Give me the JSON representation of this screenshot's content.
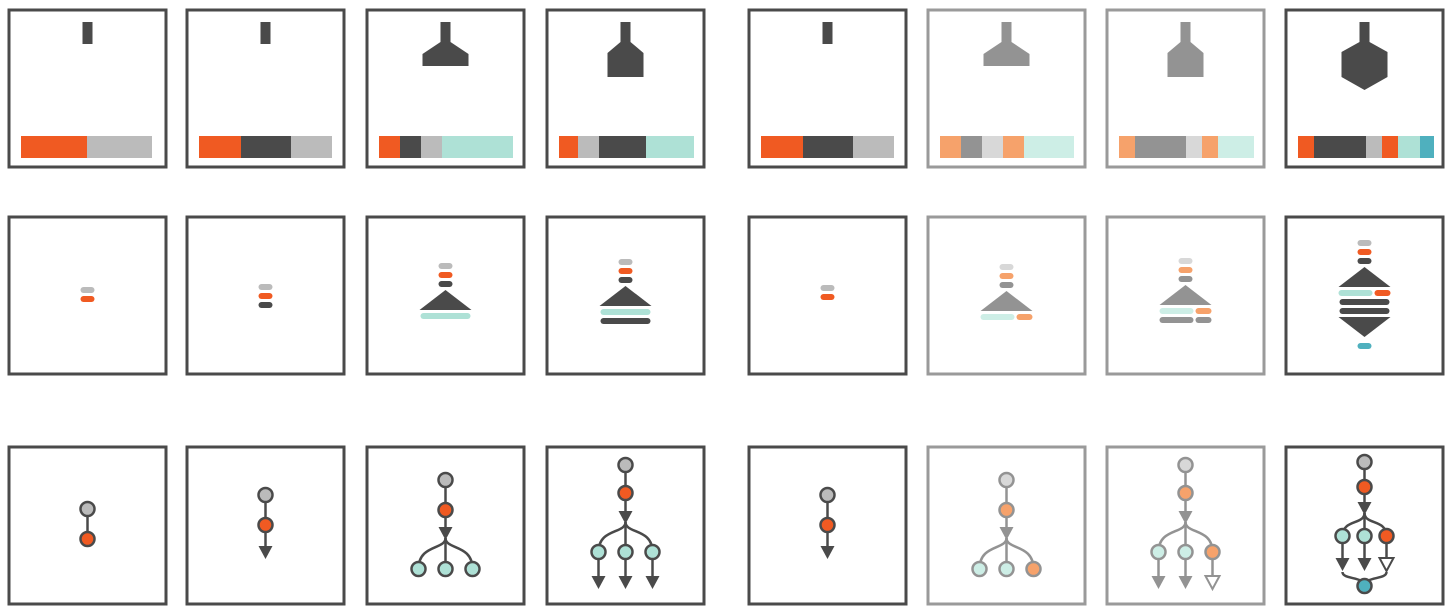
{
  "colors": {
    "orange": "#f05a22",
    "dark": "#4a4a4a",
    "gray": "#bbbbbb",
    "mint": "#aee1d6",
    "teal": "#4fb0be",
    "frame_dark": "#4a4a4a",
    "frame_faded": "#9a9a9a",
    "faded_orange": "#f6a26b",
    "faded_dark": "#939393",
    "faded_gray": "#d8d8d8",
    "faded_mint": "#cdeee6"
  },
  "panels": [
    {
      "id": 1,
      "faded": false,
      "top_glyph": "stick",
      "bar_segments": [
        "orange",
        "orange",
        "gray",
        "gray"
      ],
      "stack": [
        "gray",
        "orange"
      ],
      "tree": "two-node"
    },
    {
      "id": 2,
      "faded": false,
      "top_glyph": "stick",
      "bar_segments": [
        "orange",
        "dark",
        "dark",
        "gray"
      ],
      "stack": [
        "gray",
        "orange",
        "dark"
      ],
      "tree": "two-node-arrow"
    },
    {
      "id": 3,
      "faded": false,
      "top_glyph": "funnel",
      "bar_segments": [
        "orange",
        "dark",
        "gray",
        "mint",
        "mint",
        "mint"
      ],
      "stack": [
        "gray",
        "orange",
        "dark",
        "triangle-up",
        "mint"
      ],
      "tree": "fan-three"
    },
    {
      "id": 4,
      "faded": false,
      "top_glyph": "funnel-wide",
      "bar_segments": [
        "orange",
        "gray",
        "dark",
        "dark",
        "mint"
      ],
      "stack": [
        "gray",
        "orange",
        "dark",
        "triangle-up",
        "mint",
        "dark"
      ],
      "tree": "fan-three-arrows"
    },
    {
      "id": 5,
      "faded": false,
      "top_glyph": "stick",
      "bar_segments": [
        "orange",
        "dark",
        "dark",
        "gray"
      ],
      "stack": [
        "gray",
        "orange"
      ],
      "tree": "two-node-arrow"
    },
    {
      "id": 6,
      "faded": true,
      "top_glyph": "funnel",
      "bar_segments": [
        "orange",
        "dark",
        "gray",
        "orange",
        "mint"
      ],
      "stack": [
        "gray",
        "orange",
        "dark",
        "triangle-up",
        "mint-orange"
      ],
      "tree": "fan-three-mixed"
    },
    {
      "id": 7,
      "faded": true,
      "top_glyph": "funnel-wide",
      "bar_segments": [
        "orange",
        "dark",
        "dark",
        "gray",
        "orange",
        "mint"
      ],
      "stack": [
        "gray",
        "orange",
        "dark",
        "triangle-up",
        "mint-orange",
        "dark-dark"
      ],
      "tree": "fan-three-arrows-mixed"
    },
    {
      "id": 8,
      "faded": false,
      "top_glyph": "hexagon",
      "bar_segments": [
        "orange",
        "dark",
        "dark",
        "gray",
        "orange",
        "mint",
        "teal"
      ],
      "stack": [
        "gray",
        "orange",
        "dark",
        "triangle-up",
        "mint-orange",
        "dark",
        "dark",
        "triangle-down",
        "teal"
      ],
      "tree": "diamond"
    }
  ]
}
